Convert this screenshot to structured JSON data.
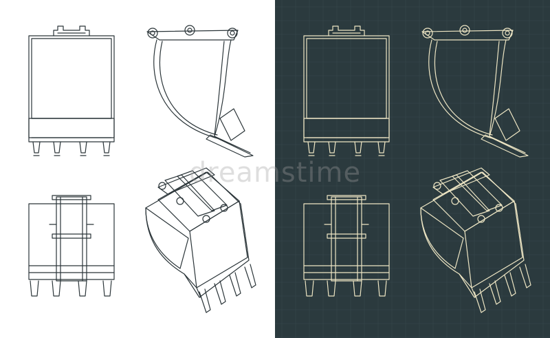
{
  "colors": {
    "light_bg": "#ffffff",
    "light_stroke": "#2a3438",
    "dark_bg": "#2b3a3e",
    "dark_grid": "#36474c",
    "dark_stroke": "#efe7c5"
  },
  "watermark": {
    "text": "dreamstime"
  },
  "views": [
    "front-view",
    "side-view",
    "rear-view",
    "isometric-view"
  ]
}
